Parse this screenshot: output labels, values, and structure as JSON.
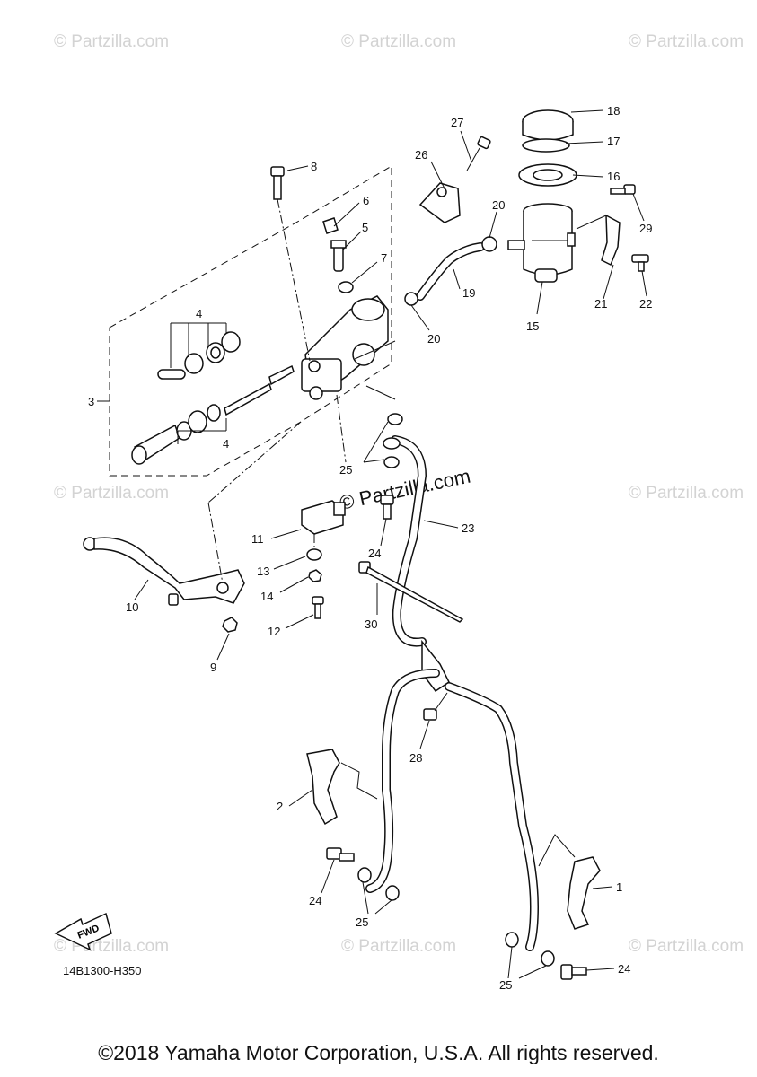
{
  "watermark": "© Partzilla.com",
  "watermark_center": "© Partzilla.com",
  "diagram_code": "14B1300-H350",
  "fwd_label": "FWD",
  "copyright": "©2018 Yamaha Motor Corporation, U.S.A. All rights reserved.",
  "callouts": {
    "c1": "1",
    "c2": "2",
    "c3": "3",
    "c4a": "4",
    "c4b": "4",
    "c5": "5",
    "c6": "6",
    "c7": "7",
    "c8": "8",
    "c9": "9",
    "c10": "10",
    "c11": "11",
    "c12": "12",
    "c13": "13",
    "c14": "14",
    "c15": "15",
    "c16": "16",
    "c17": "17",
    "c18": "18",
    "c19": "19",
    "c20a": "20",
    "c20b": "20",
    "c21": "21",
    "c22": "22",
    "c23": "23",
    "c24a": "24",
    "c24b": "24",
    "c24c": "24",
    "c25a": "25",
    "c25b": "25",
    "c25c": "25",
    "c26": "26",
    "c27": "27",
    "c28": "28",
    "c29": "29",
    "c30": "30"
  }
}
